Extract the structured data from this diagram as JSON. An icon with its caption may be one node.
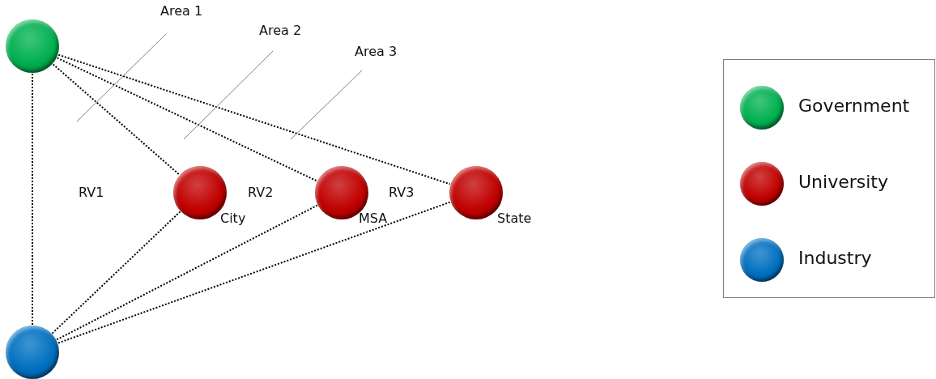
{
  "diagram": {
    "nodes": [
      {
        "text": [],
        "shape": "circle"
      },
      {
        "text": [],
        "shape": "circle",
        "beside": [
          "City"
        ]
      },
      {
        "text": [],
        "shape": "circle",
        "beside": [
          "MSA"
        ]
      },
      {
        "text": [],
        "shape": "circle",
        "beside": [
          "State"
        ]
      },
      {
        "text": [],
        "shape": "circle"
      },
      {
        "text": [
          "Area 1"
        ]
      },
      {
        "text": [
          "Area 2"
        ]
      },
      {
        "text": [
          "Area 3"
        ]
      }
    ],
    "edges": [
      {
        "from": 0,
        "to": 4,
        "arrow": "none",
        "style": "dashed"
      },
      {
        "from": 0,
        "to": 1,
        "arrow": "none",
        "style": "dashed"
      },
      {
        "from": 0,
        "to": 2,
        "arrow": "none",
        "style": "dashed"
      },
      {
        "from": 0,
        "to": 3,
        "arrow": "none",
        "style": "dashed"
      },
      {
        "from": 4,
        "to": 1,
        "arrow": "none",
        "style": "dashed"
      },
      {
        "from": 4,
        "to": 2,
        "arrow": "none",
        "style": "dashed"
      },
      {
        "from": 4,
        "to": 3,
        "arrow": "none",
        "style": "dashed"
      },
      {
        "from": 5,
        "to": null,
        "arrow": "none",
        "color": "#808080"
      },
      {
        "from": 6,
        "to": null,
        "arrow": "none",
        "color": "#808080"
      },
      {
        "from": 7,
        "to": null,
        "arrow": "none",
        "color": "#808080"
      }
    ],
    "labels": [
      "RV1",
      "RV2",
      "RV3"
    ],
    "legend": [
      {
        "text": "Government",
        "color": "#00b050"
      },
      {
        "text": "University",
        "color": "#c00000"
      },
      {
        "text": "Industry",
        "color": "#0070c0"
      }
    ]
  }
}
